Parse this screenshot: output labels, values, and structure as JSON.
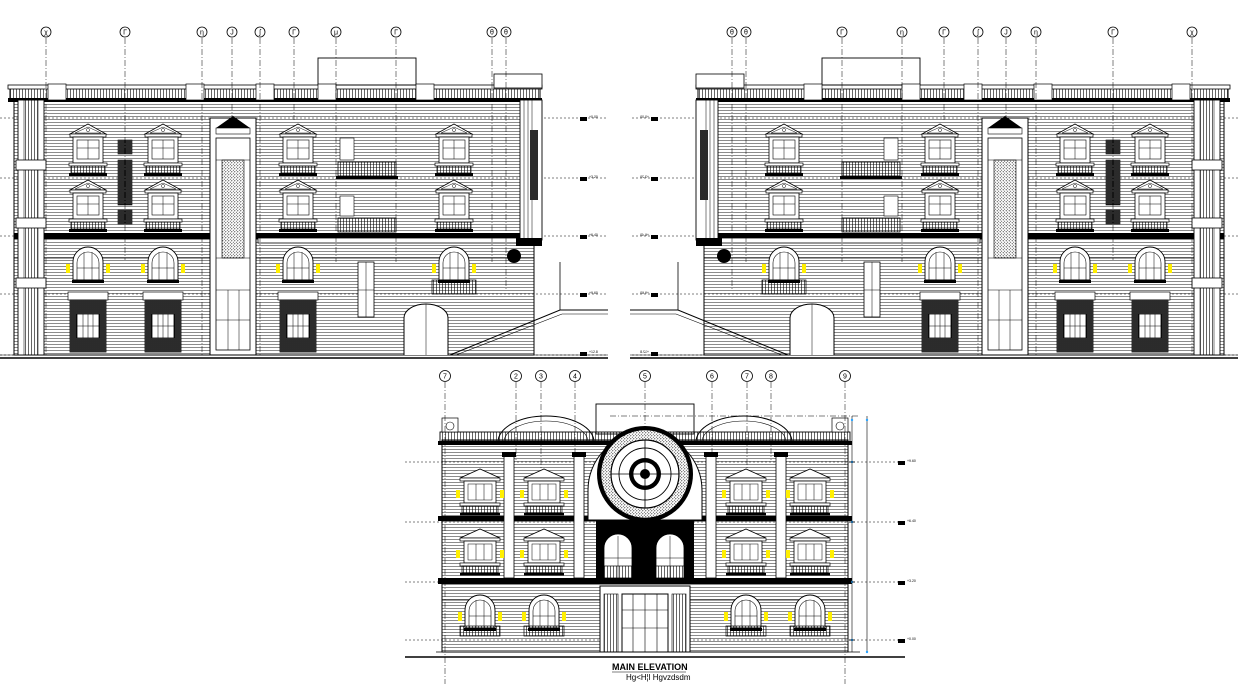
{
  "drawing": {
    "main_title": "MAIN ELEVATION",
    "main_subtitle": "Hg<H¦l  Hgvzdsdm",
    "colors": {
      "line": "#000000",
      "window_light": "#ffef00",
      "hatch": "#000000",
      "background": "#ffffff"
    },
    "left_elevation": {
      "grid_bubbles": [
        "χ",
        "Γ",
        "η",
        "J",
        "ʃ",
        "Γ",
        "μ",
        "Γ",
        "θ",
        "θ"
      ]
    },
    "right_elevation": {
      "grid_bubbles": [
        "θ",
        "θ",
        "Γ",
        "η",
        "Γ",
        "ʃ",
        "J",
        "η",
        "Γ",
        "χ"
      ]
    },
    "main_elevation": {
      "grid_bubbles": [
        "7",
        "2",
        "3",
        "4",
        "5",
        "6",
        "7",
        "8",
        "9"
      ]
    }
  }
}
